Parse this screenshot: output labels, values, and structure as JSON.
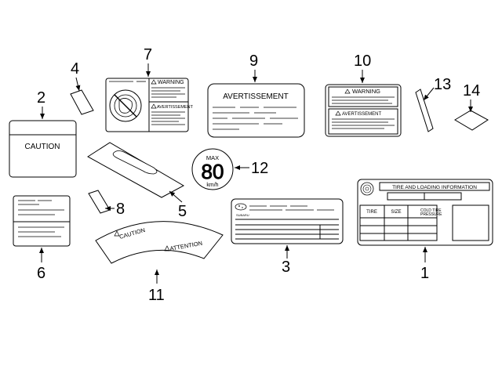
{
  "callouts": [
    "1",
    "2",
    "3",
    "4",
    "5",
    "6",
    "7",
    "8",
    "9",
    "10",
    "11",
    "12",
    "13",
    "14"
  ],
  "labels": {
    "caution": "CAUTION",
    "warning_7": "WARNING",
    "avertissement_7": "AVERTISSEMENT",
    "avertissement_9": "AVERTISSEMENT",
    "warning_10": "WARNING",
    "avertissement_10": "AVERTISSEMENT",
    "max": "MAX",
    "speed_value": "80",
    "speed_unit": "km/h",
    "subaru": "SUBARU",
    "tire_info": "TIRE AND LOADING INFORMATION",
    "tire": "TIRE",
    "size": "SIZE",
    "cold_tire_pressure": "COLD TIRE PRESSURE",
    "caution_arc": "CAUTION",
    "attention_arc": "ATTENTION"
  },
  "icons": {
    "warning_triangle": "warning-triangle-icon",
    "no_child_seat": "no-child-seat-icon",
    "tire": "tire-icon",
    "subaru_logo": "subaru-logo-icon"
  }
}
